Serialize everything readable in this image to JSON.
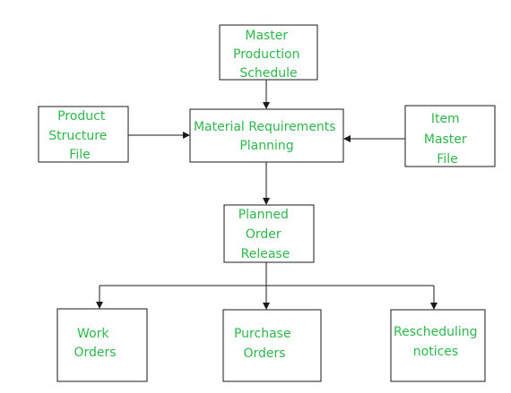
{
  "diagram": {
    "text_color": "#2db84a",
    "line_color": "#1a1a1a",
    "nodes": {
      "master_production_schedule": [
        "Master",
        "Production",
        "Schedule"
      ],
      "product_structure_file": [
        "Product",
        "Structure",
        "File"
      ],
      "material_requirements_planning": [
        "Material Requirements",
        "Planning"
      ],
      "item_master_file": [
        "Item",
        "Master",
        "File"
      ],
      "planned_order_release": [
        "Planned",
        "Order",
        "Release"
      ],
      "work_orders": [
        "Work",
        "Orders"
      ],
      "purchase_orders": [
        "Purchase",
        "Orders"
      ],
      "rescheduling_notices": [
        "Rescheduling",
        "notices"
      ]
    }
  }
}
